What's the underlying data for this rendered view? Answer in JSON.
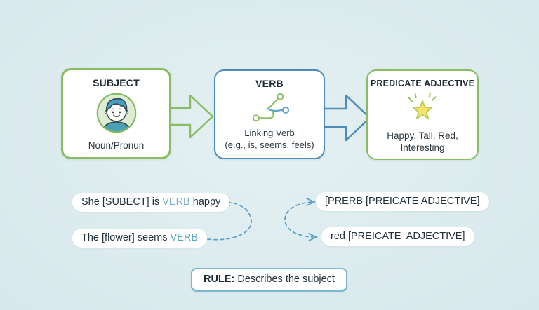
{
  "background": "#dcebee",
  "colors": {
    "box_green_border": "#8abc64",
    "box_blue_border": "#4f8cba",
    "rule_border_blue": "#7cb8d2",
    "verb_text_blue": "#79aac7",
    "verb_text_teal": "#55a7b0",
    "dashed_arrow_blue": "#5f9fc4",
    "star_yellow": "#f4e26d",
    "dark_text": "#24323c"
  },
  "flow": {
    "subject": {
      "title": "SUBJECT",
      "icon": "person-icon",
      "subtitle": "Noun/Pronun"
    },
    "verb": {
      "title": "VERB",
      "icon": "zigzag-path-icon",
      "subtitle_line1": "Linking Verb",
      "subtitle_line2": "(e.g., is, seems, feels)"
    },
    "predicate": {
      "title": "PREDICATE ADJECTIVE",
      "icon": "star-icon",
      "subtitle_line1": "Happy, Tall, Red,",
      "subtitle_line2": "Interesting"
    }
  },
  "examples": {
    "left1": {
      "pre": "She [SUBECT] is ",
      "verb": "VERB",
      "post": " happy"
    },
    "left2": {
      "pre": "The [flower] seems ",
      "verb": "VERB"
    },
    "right1": "[PRERB [PREICATE ADJECTIVE]",
    "right2": "red [PREICATE  ADJECTIVE]"
  },
  "rule": {
    "label": "RULE:",
    "text": " Describes the subject"
  }
}
